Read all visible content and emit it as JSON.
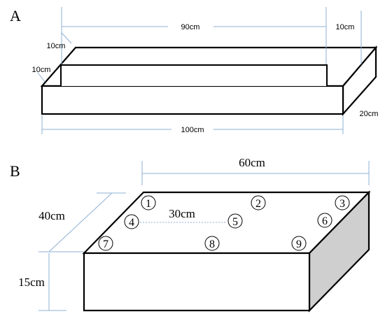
{
  "panel_a": {
    "label": "A",
    "dim_length_inner": "90cm",
    "dim_length_outer": "100cm",
    "dim_height": "20cm",
    "dim_wall_top_right": "10cm",
    "dim_wall_left_top": "10cm",
    "dim_wall_left_bottom": "10cm"
  },
  "panel_b": {
    "label": "B",
    "dim_length": "60cm",
    "dim_width": "40cm",
    "dim_height": "15cm",
    "dim_spacing": "30cm",
    "sampling_points": [
      "1",
      "2",
      "3",
      "4",
      "5",
      "6",
      "7",
      "8",
      "9"
    ]
  }
}
